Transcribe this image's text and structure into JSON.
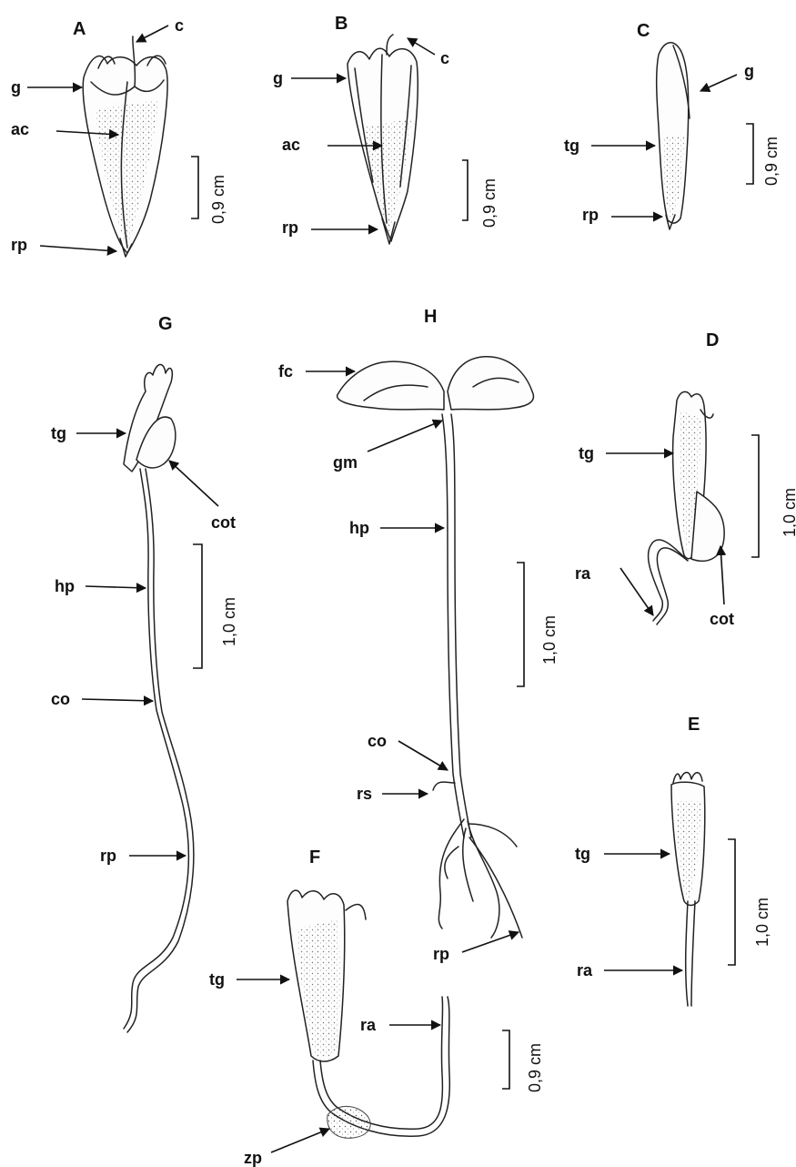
{
  "panels": {
    "A": {
      "letter": "A",
      "labels": {
        "c": "c",
        "g": "g",
        "ac": "ac",
        "rp": "rp"
      },
      "scale": "0,9 cm"
    },
    "B": {
      "letter": "B",
      "labels": {
        "c": "c",
        "g": "g",
        "ac": "ac",
        "rp": "rp"
      },
      "scale": "0,9 cm"
    },
    "C": {
      "letter": "C",
      "labels": {
        "g": "g",
        "tg": "tg",
        "rp": "rp"
      },
      "scale": "0,9 cm"
    },
    "G": {
      "letter": "G",
      "labels": {
        "tg": "tg",
        "cot": "cot",
        "hp": "hp",
        "co": "co",
        "rp": "rp"
      },
      "scale": "1,0 cm"
    },
    "H": {
      "letter": "H",
      "labels": {
        "fc": "fc",
        "gm": "gm",
        "hp": "hp",
        "co": "co",
        "rs": "rs",
        "rp": "rp"
      },
      "scale": "1,0 cm"
    },
    "D": {
      "letter": "D",
      "labels": {
        "tg": "tg",
        "ra": "ra",
        "cot": "cot"
      },
      "scale": "1,0 cm"
    },
    "E": {
      "letter": "E",
      "labels": {
        "tg": "tg",
        "ra": "ra"
      },
      "scale": "1,0 cm"
    },
    "F": {
      "letter": "F",
      "labels": {
        "tg": "tg",
        "ra": "ra",
        "zp": "zp"
      },
      "scale": "0,9 cm"
    }
  }
}
